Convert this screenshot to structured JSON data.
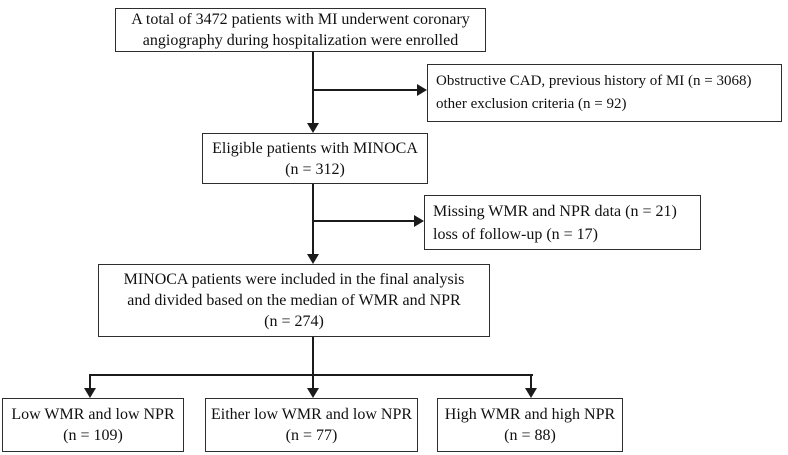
{
  "figure_type": "patient-flow-diagram",
  "boxes": {
    "enrolled": {
      "lines": [
        "A total of 3472 patients with MI underwent coronary",
        "angiography during hospitalization were enrolled"
      ],
      "n": 3472
    },
    "excluded_cad": {
      "lines": [
        "Obstructive CAD, previous history of MI (n = 3068)",
        "other exclusion criteria (n = 92)"
      ]
    },
    "eligible": {
      "lines": [
        "Eligible patients with MINOCA",
        "(n = 312)"
      ],
      "n": 312
    },
    "excluded_missing": {
      "lines": [
        "Missing WMR and NPR data (n = 21)",
        "loss of follow-up (n = 17)"
      ]
    },
    "final": {
      "lines": [
        "MINOCA patients were included in the final analysis",
        "and divided based on the median of WMR and NPR",
        "(n = 274)"
      ],
      "n": 274
    },
    "low_low": {
      "lines": [
        "Low WMR and low NPR",
        "(n = 109)"
      ],
      "n": 109
    },
    "either": {
      "lines": [
        "Either low WMR and low NPR",
        "(n = 77)"
      ],
      "n": 77
    },
    "high_high": {
      "lines": [
        "High WMR and high NPR",
        "(n = 88)"
      ],
      "n": 88
    }
  },
  "colors": {
    "background": "#ffffff",
    "box_border": "#2e2e2e",
    "connector_line": "#1b1b1b",
    "text": "#101010"
  }
}
